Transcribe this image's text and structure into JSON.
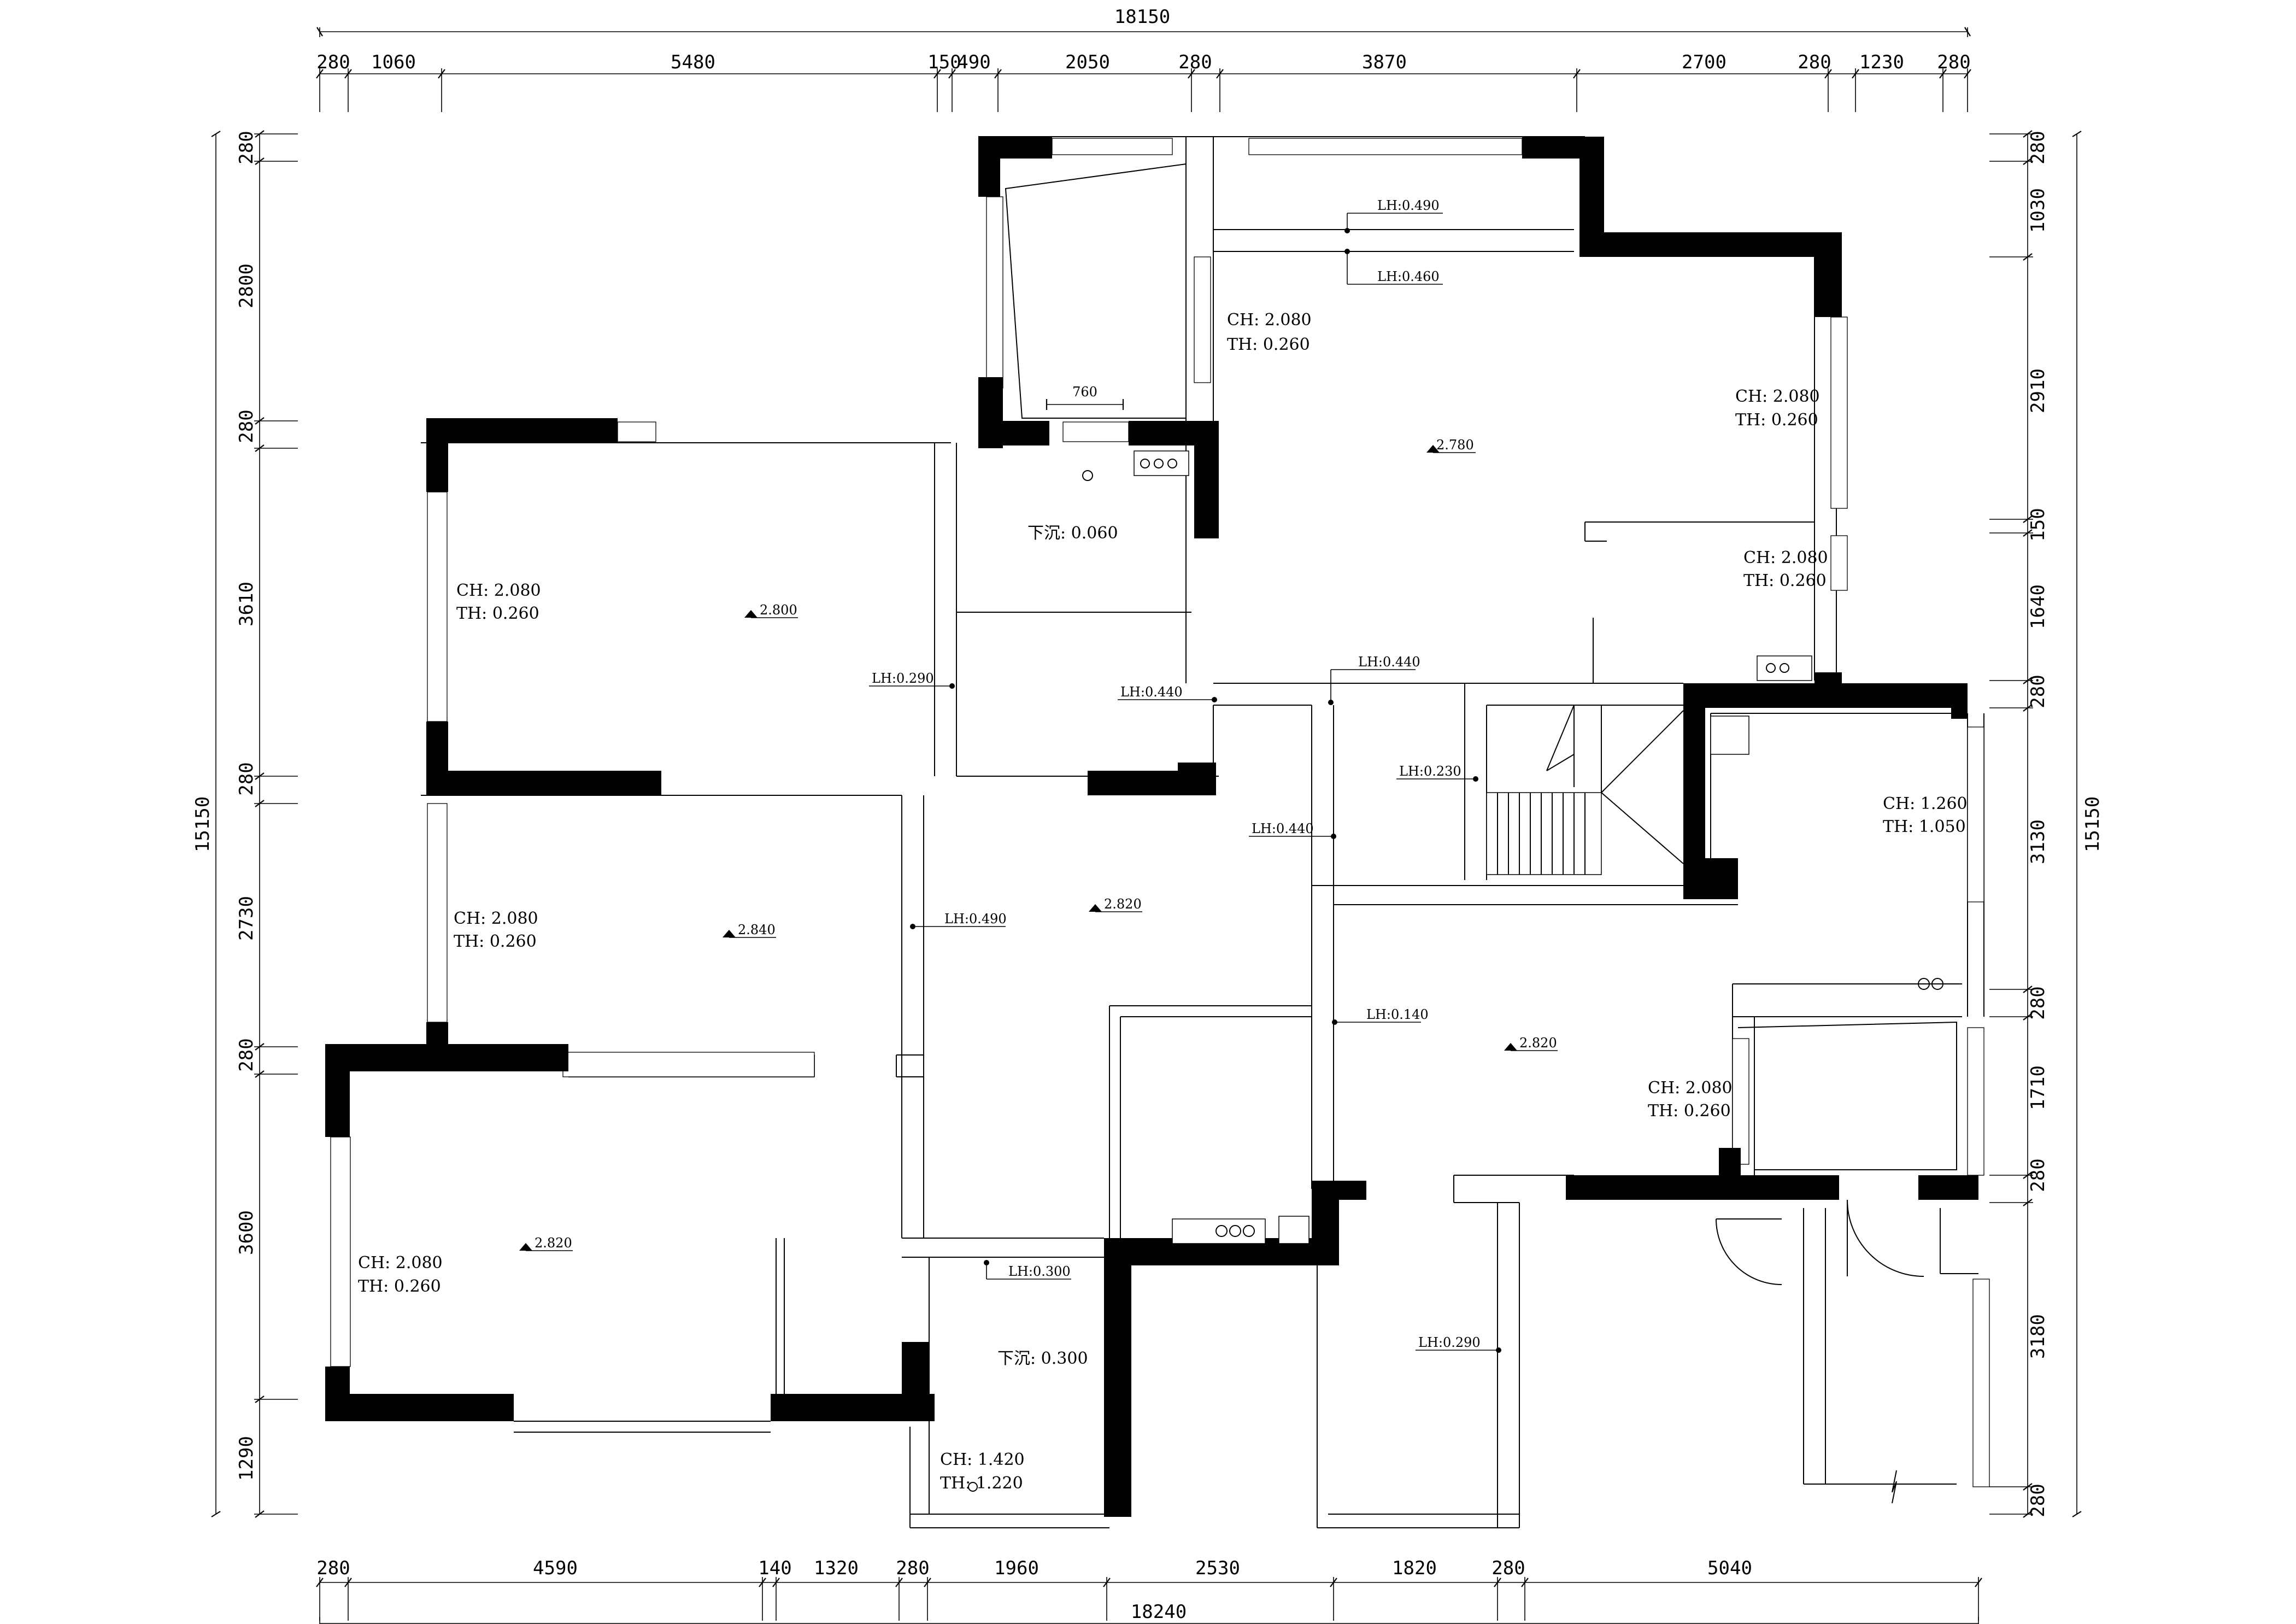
{
  "dimensions": {
    "top_total": "18150",
    "top_segments": [
      "280",
      "1060",
      "5480",
      "150",
      "490",
      "2050",
      "280",
      "3870",
      "2700",
      "280",
      "1230",
      "280"
    ],
    "bottom_total": "18240",
    "bottom_segments": [
      "280",
      "4590",
      "140",
      "1320",
      "280",
      "1960",
      "2530",
      "1820",
      "280",
      "5040"
    ],
    "left_total": "15150",
    "left_segments": [
      "280",
      "2800",
      "280",
      "3610",
      "280",
      "2730",
      "280",
      "3600",
      "1290"
    ],
    "right_total": "15150",
    "right_segments": [
      "280",
      "1030",
      "2910",
      "150",
      "1640",
      "280",
      "3130",
      "280",
      "1710",
      "280",
      "3180",
      "280"
    ]
  },
  "room_annotations": [
    {
      "ch": "CH: 2.080",
      "th": "TH: 0.260"
    },
    {
      "ch": "CH: 2.080",
      "th": "TH: 0.260"
    },
    {
      "ch": "CH: 2.080",
      "th": "TH: 0.260"
    },
    {
      "ch": "CH: 2.080",
      "th": "TH: 0.260"
    },
    {
      "ch": "CH: 2.080",
      "th": "TH: 0.260"
    },
    {
      "ch": "CH: 2.080",
      "th": "TH: 0.260"
    },
    {
      "ch": "CH: 2.080",
      "th": "TH: 0.260"
    },
    {
      "ch": "CH: 1.260",
      "th": "TH: 1.050"
    },
    {
      "ch": "CH: 1.420",
      "th": "TH: 1.220"
    }
  ],
  "elevations": [
    "2.780",
    "2.800",
    "2.840",
    "2.820",
    "2.820",
    "2.820"
  ],
  "level_labels": [
    "LH:0.490",
    "LH:0.460",
    "LH:0.290",
    "LH:0.440",
    "LH:0.440",
    "LH:0.230",
    "LH:0.440",
    "LH:0.490",
    "LH:0.140",
    "LH:0.300",
    "LH:0.290"
  ],
  "sunken_labels": [
    "下沉: 0.060",
    "下沉: 0.300"
  ],
  "small_dimension": "760"
}
